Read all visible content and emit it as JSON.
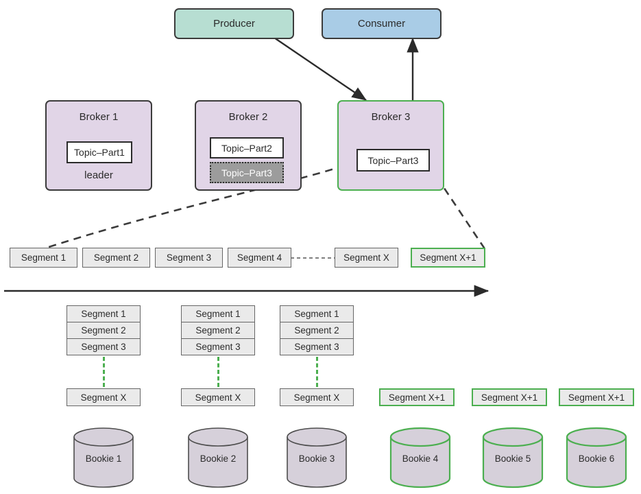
{
  "diagram": {
    "title": "Pulsar broker / bookie segment distribution diagram",
    "colors": {
      "producer_fill": "#b7ded2",
      "consumer_fill": "#a9cce6",
      "broker_fill": "#e1d5e7",
      "segment_fill": "#eaeaea",
      "bookie_fill": "#d6d0da",
      "accent_green": "#4caf50",
      "stroke_dark": "#3b3b3b",
      "ghost_fill": "#9c9c9c"
    }
  },
  "endpoints": {
    "producer": {
      "label": "Producer"
    },
    "consumer": {
      "label": "Consumer"
    }
  },
  "brokers": [
    {
      "id": "broker-1",
      "title": "Broker 1",
      "footer": "leader",
      "partitions": [
        {
          "label": "Topic–Part1",
          "state": "active"
        }
      ]
    },
    {
      "id": "broker-2",
      "title": "Broker 2",
      "footer": "",
      "partitions": [
        {
          "label": "Topic–Part2",
          "state": "active"
        },
        {
          "label": "Topic–Part3",
          "state": "ghost"
        }
      ]
    },
    {
      "id": "broker-3",
      "title": "Broker 3",
      "footer": "",
      "highlight": true,
      "partitions": [
        {
          "label": "Topic–Part3",
          "state": "active"
        }
      ]
    }
  ],
  "segment_timeline": {
    "segments": [
      {
        "label": "Segment 1",
        "state": "normal"
      },
      {
        "label": "Segment 2",
        "state": "normal"
      },
      {
        "label": "Segment 3",
        "state": "normal"
      },
      {
        "label": "Segment 4",
        "state": "normal"
      },
      {
        "label": "Segment X",
        "state": "normal"
      },
      {
        "label": "Segment X+1",
        "state": "new"
      }
    ],
    "ellipsis_between": [
      "Segment 4",
      "Segment X"
    ],
    "axis_label": ""
  },
  "bookie_columns": [
    {
      "bookie": "Bookie 1",
      "state": "existing",
      "segments": [
        "Segment 1",
        "Segment 2",
        "Segment 3"
      ],
      "tail_segment": "Segment X"
    },
    {
      "bookie": "Bookie 2",
      "state": "existing",
      "segments": [
        "Segment 1",
        "Segment 2",
        "Segment 3"
      ],
      "tail_segment": "Segment X"
    },
    {
      "bookie": "Bookie 3",
      "state": "existing",
      "segments": [
        "Segment 1",
        "Segment 2",
        "Segment 3"
      ],
      "tail_segment": "Segment X"
    },
    {
      "bookie": "Bookie 4",
      "state": "new",
      "segments": [],
      "tail_segment": "Segment X+1"
    },
    {
      "bookie": "Bookie 5",
      "state": "new",
      "segments": [],
      "tail_segment": "Segment X+1"
    },
    {
      "bookie": "Bookie 6",
      "state": "new",
      "segments": [],
      "tail_segment": "Segment X+1"
    }
  ]
}
